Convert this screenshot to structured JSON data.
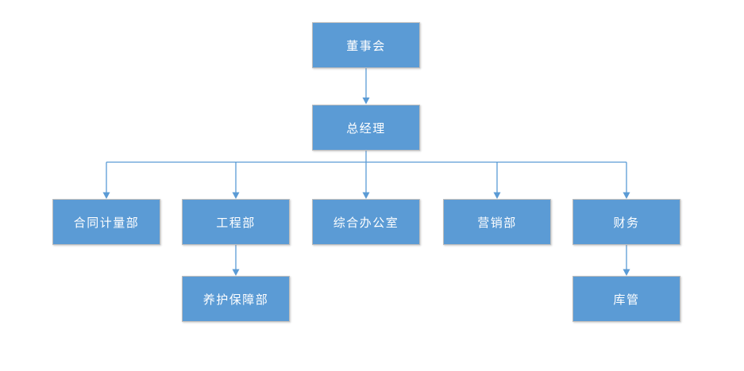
{
  "chart": {
    "type": "org-chart",
    "colors": {
      "node_fill": "#5b9bd5",
      "node_border": "#bdbdbd",
      "node_text": "#ffffff",
      "connector": "#5b9bd5",
      "background": "#ffffff"
    },
    "nodes": [
      {
        "id": "board",
        "label": "董事会",
        "level": 1,
        "parent": null
      },
      {
        "id": "general-manager",
        "label": "总经理",
        "level": 2,
        "parent": "board"
      },
      {
        "id": "contract-measurement",
        "label": "合同计量部",
        "level": 3,
        "parent": "general-manager"
      },
      {
        "id": "engineering",
        "label": "工程部",
        "level": 3,
        "parent": "general-manager"
      },
      {
        "id": "general-office",
        "label": "综合办公室",
        "level": 3,
        "parent": "general-manager"
      },
      {
        "id": "marketing",
        "label": "营销部",
        "level": 3,
        "parent": "general-manager"
      },
      {
        "id": "finance",
        "label": "财务",
        "level": 3,
        "parent": "general-manager"
      },
      {
        "id": "maintenance-support",
        "label": "养护保障部",
        "level": 4,
        "parent": "engineering"
      },
      {
        "id": "warehouse-management",
        "label": "库管",
        "level": 4,
        "parent": "finance"
      }
    ]
  }
}
